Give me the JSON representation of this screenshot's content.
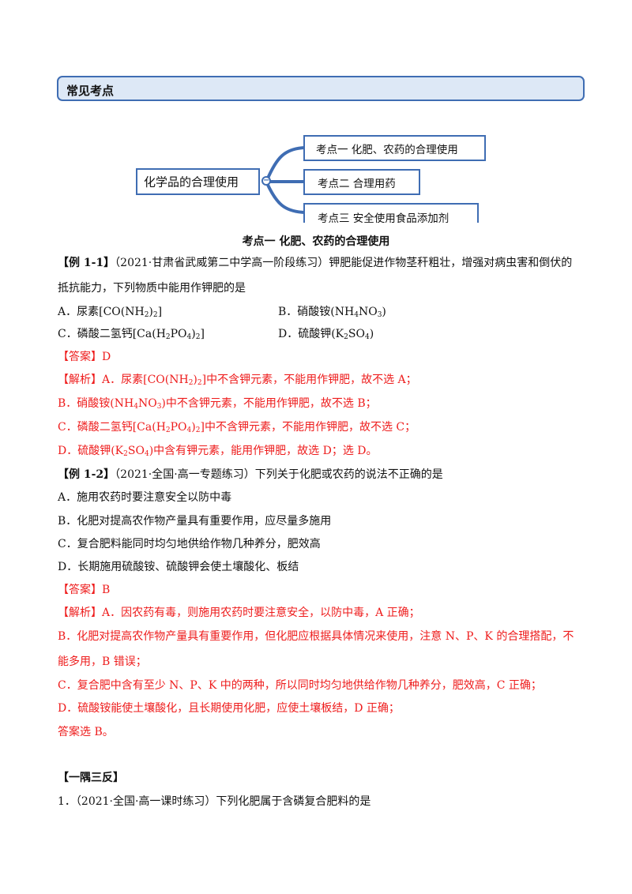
{
  "section_header": "常见考点",
  "mindmap": {
    "root": "化学品的合理使用",
    "collapse_symbol": "−",
    "branches": [
      "考点一  化肥、农药的合理使用",
      "考点二  合理用药",
      "考点三  安全使用食品添加剂"
    ],
    "line_color": "#3f6db3"
  },
  "subtitle": "考点一  化肥、农药的合理使用",
  "example1": {
    "tag": "【例 1-1】",
    "question_l1": "（2021·甘肃省武威第二中学高一阶段练习）钾肥能促进作物茎秆粗壮，增强对病虫害和倒伏的",
    "question_l2": "抵抗能力，下列物质中能用作钾肥的是",
    "options": [
      [
        "A．尿素[CO(NH",
        {
          "sub": "2"
        },
        ")",
        {
          "sub": "2"
        },
        "]"
      ],
      [
        "B．硝酸铵(NH",
        {
          "sub": "4"
        },
        "NO",
        {
          "sub": "3"
        },
        ")"
      ],
      [
        "C．磷酸二氢钙[Ca(H",
        {
          "sub": "2"
        },
        "PO",
        {
          "sub": "4"
        },
        ")",
        {
          "sub": "2"
        },
        "]"
      ],
      [
        "D．硫酸钾(K",
        {
          "sub": "2"
        },
        "SO",
        {
          "sub": "4"
        },
        ")"
      ]
    ],
    "answer": "【答案】D",
    "analysis": [
      [
        "【解析】A．尿素[CO(NH",
        {
          "sub": "2"
        },
        ")",
        {
          "sub": "2"
        },
        "]中不含钾元素，不能用作钾肥，故不选 A；"
      ],
      [
        "B．硝酸铵(NH",
        {
          "sub": "4"
        },
        "NO",
        {
          "sub": "3"
        },
        ")中不含钾元素，不能用作钾肥，故不选 B；"
      ],
      [
        "C．磷酸二氢钙[Ca(H",
        {
          "sub": "2"
        },
        "PO",
        {
          "sub": "4"
        },
        ")",
        {
          "sub": "2"
        },
        "]中不含钾元素，不能用作钾肥，故不选 C；"
      ],
      [
        "D．硫酸钾(K",
        {
          "sub": "2"
        },
        "SO",
        {
          "sub": "4"
        },
        ")中含有钾元素，能用作钾肥，故选 D；选 D。"
      ]
    ]
  },
  "example2": {
    "tag": "【例 1-2】",
    "question": "（2021·全国·高一专题练习）下列关于化肥或农药的说法不正确的是",
    "options": [
      "A．施用农药时要注意安全以防中毒",
      "B．化肥对提高农作物产量具有重要作用，应尽量多施用",
      "C．复合肥料能同时均匀地供给作物几种养分，肥效高",
      "D．长期施用硫酸铵、硫酸钾会使土壤酸化、板结"
    ],
    "answer": "【答案】B",
    "analysis": [
      "【解析】A．因农药有毒，则施用农药时要注意安全，以防中毒，A 正确；",
      "B．化肥对提高农作物产量具有重要作用，但化肥应根据具体情况来使用，注意 N、P、K 的合理搭配，不",
      "能多用，B 错误；",
      "C．复合肥中含有至少 N、P、K 中的两种，所以同时均匀地供给作物几种养分，肥效高，C 正确；",
      "D．硫酸铵能使土壤酸化，且长期使用化肥，应使土壤板结，D 正确；",
      "答案选 B。"
    ]
  },
  "practice": {
    "tag": "【一隅三反】",
    "q1": "1．（2021·全国·高一课时练习）下列化肥属于含磷复合肥料的是"
  }
}
